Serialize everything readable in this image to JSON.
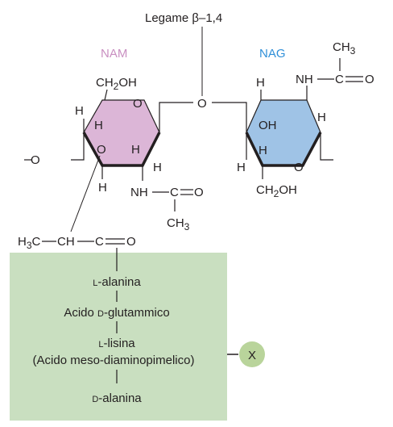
{
  "bond_label": "Legame β–1,4",
  "nam_label": "NAM",
  "nag_label": "NAG",
  "colors": {
    "nam_fill": "#dcb6d7",
    "nam_text": "#c98fc1",
    "nag_fill": "#9fc3e6",
    "nag_text": "#2f8fd8",
    "panel": "#c9dfc0",
    "x_circle": "#b9d49b",
    "ink": "#231f20"
  },
  "atoms": {
    "o": "O",
    "h": "H",
    "ch": "CH",
    "oh": "OH",
    "ch2oh_main": "CH",
    "ch2oh_sub": "2",
    "ch2oh_tail": "OH",
    "ch3_main": "CH",
    "ch3_sub": "3",
    "nh": "NH",
    "c": "C",
    "h3c_main": "H",
    "h3c_sub": "3",
    "h3c_tail": "C",
    "left_o": "O"
  },
  "peptide": {
    "items": [
      {
        "prefix": "L",
        "rest": "-alanina"
      },
      {
        "pre": "Acido ",
        "prefix": "D",
        "rest": "-glutammico"
      },
      {
        "prefix": "L",
        "rest": "-lisina"
      },
      {
        "text": "(Acido meso-diaminopimelico)"
      },
      {
        "prefix": "D",
        "rest": "-alanina"
      }
    ],
    "x_label": "X"
  }
}
